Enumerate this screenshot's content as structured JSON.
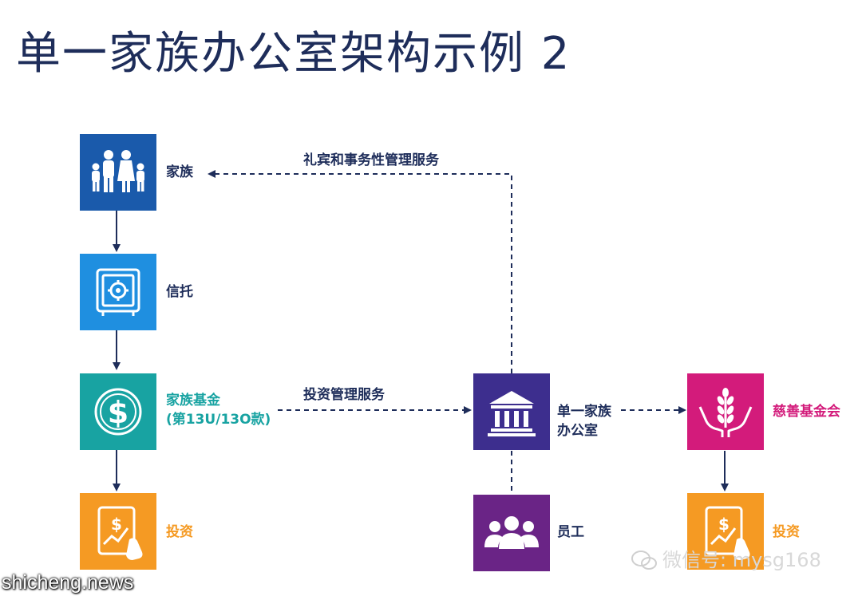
{
  "title": "单一家族办公室架构示例 2",
  "nodes": {
    "family": {
      "label": "家族",
      "color": "#1a5aab",
      "icon": "family-icon"
    },
    "trust": {
      "label": "信托",
      "color": "#1f8fe0",
      "icon": "safe-icon"
    },
    "fund": {
      "label_line1": "家族基金",
      "label_line2": "(第13U/13O款)",
      "color": "#18a3a2",
      "icon": "dollar-icon"
    },
    "invest_left": {
      "label": "投资",
      "color": "#f59a23",
      "icon": "tablet-chart-icon"
    },
    "office": {
      "label_line1": "单一家族",
      "label_line2": "办公室",
      "color": "#3d2e8e",
      "icon": "bank-icon"
    },
    "staff": {
      "label": "员工",
      "color": "#6a2486",
      "icon": "people-icon"
    },
    "charity": {
      "label": "慈善基金会",
      "color": "#d31b7b",
      "icon": "hands-wheat-icon"
    },
    "invest_right": {
      "label": "投资",
      "color": "#f59a23",
      "icon": "tablet-chart-icon"
    }
  },
  "edges": {
    "concierge": "礼宾和事务性管理服务",
    "investment_mgmt": "投资管理服务"
  },
  "watermarks": {
    "left": "shicheng.news",
    "right": "微信号: mysg168"
  }
}
